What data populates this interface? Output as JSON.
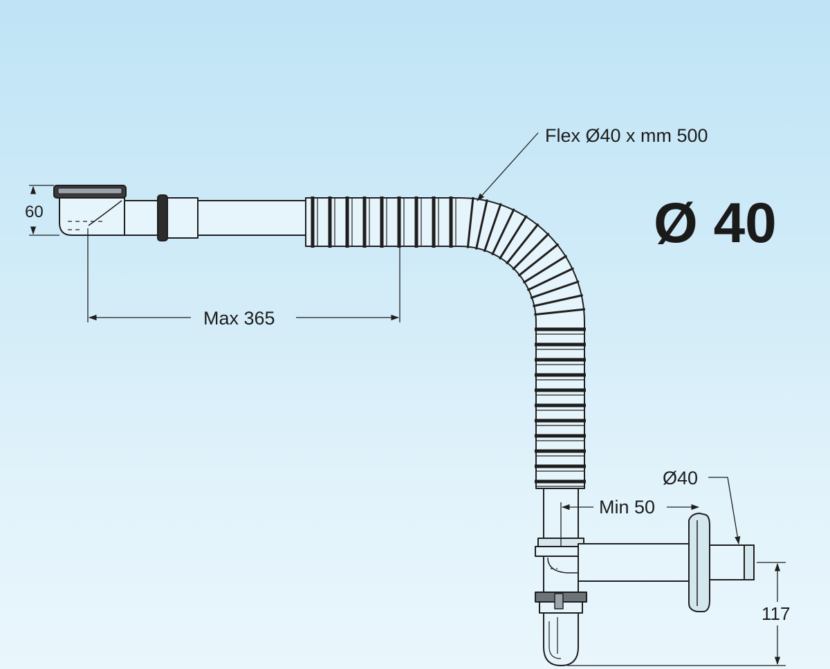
{
  "labels": {
    "hose_spec": "Flex Ø40 x mm 500",
    "diameter_badge": "Ø 40",
    "trap_height": "60",
    "max_length": "Max 365",
    "min_offset": "Min 50",
    "outlet_diameter": "Ø40",
    "outlet_height": "117"
  },
  "colors": {
    "line": "#1e1e1e",
    "pipe_fill": "#e6f4fb",
    "background_top": "#bfe4f6",
    "background_bottom": "#e9f6fc"
  }
}
